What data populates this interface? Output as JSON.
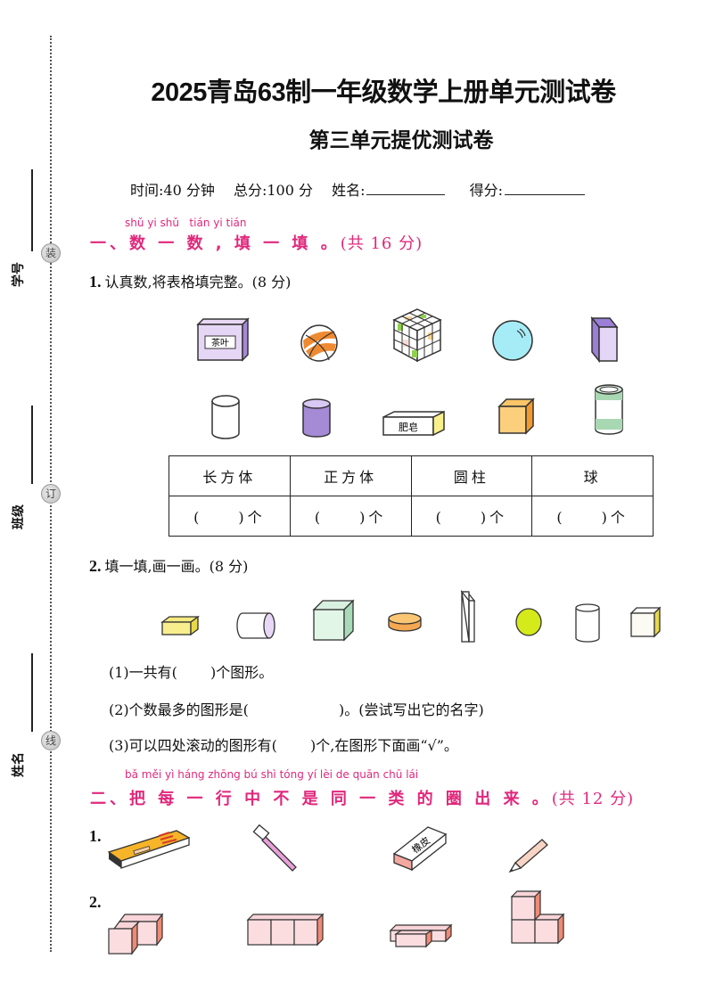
{
  "header": {
    "title": "2025青岛63制一年级数学上册单元测试卷",
    "subtitle": "第三单元提优测试卷",
    "time_label": "时间:40 分钟",
    "total_label": "总分:100 分",
    "name_label": "姓名:",
    "score_label": "得分:"
  },
  "binding_margin": {
    "labels": [
      "学号",
      "班级",
      "姓名"
    ],
    "circles": [
      "装",
      "订",
      "线"
    ]
  },
  "section1": {
    "pinyin": "shǔ yi shǔ   tián yi tián",
    "heading": "一、数 一 数 , 填 一 填 。",
    "points": "(共 16 分)",
    "q1": {
      "number": "1.",
      "text": "认真数,将表格填完整。(8 分)",
      "objects_row1": [
        "tea-box",
        "basketball",
        "rubiks-cube",
        "glass-ball",
        "purple-box"
      ],
      "objects_row2": [
        "white-cylinder",
        "purple-cylinder",
        "soap-box",
        "orange-cube",
        "green-can"
      ],
      "tea_label": "茶叶",
      "soap_label": "肥皂",
      "table": {
        "headers": [
          "长方体",
          "正方体",
          "圆柱",
          "球"
        ],
        "answers": [
          "(　　)个",
          "(　　)个",
          "(　　)个",
          "(　　)个"
        ]
      }
    },
    "q2": {
      "number": "2.",
      "text": "填一填,画一画。(8 分)",
      "shapes": [
        "yellow-cuboid",
        "lying-cylinder",
        "green-cube",
        "orange-disc",
        "tall-cuboid",
        "green-ball",
        "standing-cylinder",
        "small-cube"
      ],
      "subquestions": [
        "(1)一共有(　　 )个图形。",
        "(2)个数最多的图形是(　　　　　　 )。(尝试写出它的名字)",
        "(3)可以四处滚动的图形有(　　 )个,在图形下面画“√”。"
      ]
    }
  },
  "section2": {
    "pinyin": "bǎ měi yì háng zhōng bú shì tóng yí lèi de quān chū lái",
    "heading": "二、把 每 一 行  中 不 是 同 一 类 的 圈 出 来 。",
    "points": "(共 12 分)",
    "rows": [
      {
        "number": "1.",
        "items": [
          "matchbox",
          "toothbrush",
          "eraser",
          "pencil"
        ],
        "eraser_label": "橡皮"
      },
      {
        "number": "2.",
        "items": [
          "cubes-L-4",
          "cubes-row-3",
          "cubes-flat-3",
          "cubes-L-3-tall"
        ]
      }
    ]
  },
  "colors": {
    "accent_pink": "#e0287c",
    "text": "#111111"
  }
}
